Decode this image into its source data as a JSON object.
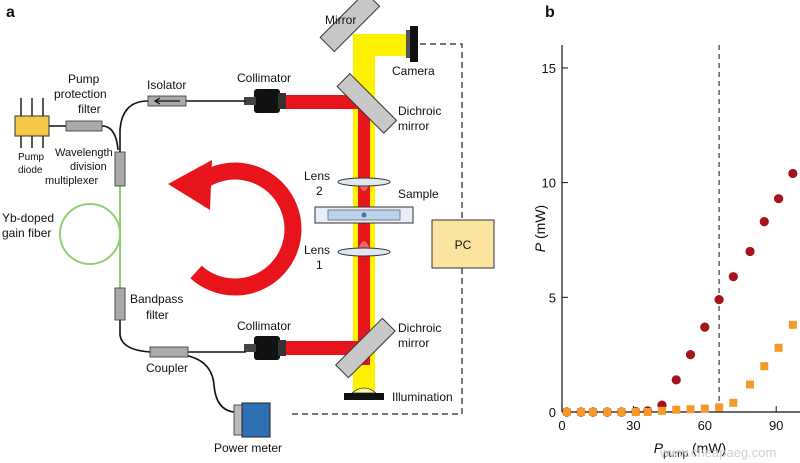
{
  "panel_a": {
    "letter": "a",
    "labels": {
      "mirror": "Mirror",
      "camera": "Camera",
      "pump_protection": [
        "Pump",
        "protection",
        "filter"
      ],
      "isolator": "Isolator",
      "collimator_top": "Collimator",
      "dichroic_top": [
        "Dichroic",
        "mirror"
      ],
      "pump_diode": [
        "Pump",
        "diode"
      ],
      "wdm": [
        "Wavelength",
        "division",
        "multiplexer"
      ],
      "lens2": [
        "Lens",
        "2"
      ],
      "sample": "Sample",
      "yb_fiber": [
        "Yb-doped",
        "gain fiber"
      ],
      "pc": "PC",
      "lens1": [
        "Lens",
        "1"
      ],
      "bandpass": [
        "Bandpass",
        "filter"
      ],
      "collimator_bottom": "Collimator",
      "dichroic_bottom": [
        "Dichroic",
        "mirror"
      ],
      "coupler": "Coupler",
      "illumination": "Illumination",
      "power_meter": "Power meter"
    },
    "colors": {
      "laser_red": "#e8141b",
      "illumination_yellow": "#fff200",
      "gain_fiber_green": "#8fd16a",
      "arrow_red": "#e8141b",
      "pc_box_fill": "#fbe3a0",
      "pump_diode_fill": "#f5c84a",
      "power_meter_fill": "#2f6fb5"
    }
  },
  "panel_b": {
    "letter": "b",
    "watermark": "www.cheapaeg.com"
  },
  "chart_data": {
    "type": "scatter",
    "xlabel": "P",
    "xlabel_sub": "pump",
    "xlabel_unit": " (mW)",
    "ylabel": "P",
    "ylabel_unit": " (mW)",
    "xlim": [
      0,
      100
    ],
    "ylim": [
      0,
      16
    ],
    "xticks": [
      0,
      30,
      60,
      90
    ],
    "yticks": [
      0,
      5,
      10,
      15
    ],
    "threshold_x": 66,
    "series": [
      {
        "color": "#a5141a",
        "marker": "circle",
        "points": [
          [
            2,
            0
          ],
          [
            8,
            0
          ],
          [
            13,
            0
          ],
          [
            19,
            0
          ],
          [
            25,
            0
          ],
          [
            31,
            0.02
          ],
          [
            36,
            0.05
          ],
          [
            42,
            0.3
          ],
          [
            48,
            1.4
          ],
          [
            54,
            2.5
          ],
          [
            60,
            3.7
          ],
          [
            66,
            4.9
          ],
          [
            72,
            5.9
          ],
          [
            79,
            7.0
          ],
          [
            85,
            8.3
          ],
          [
            91,
            9.3
          ],
          [
            97,
            10.4
          ]
        ]
      },
      {
        "color": "#f39a2b",
        "marker": "square",
        "points": [
          [
            2,
            0
          ],
          [
            8,
            0
          ],
          [
            13,
            0
          ],
          [
            19,
            0
          ],
          [
            25,
            0
          ],
          [
            31,
            0
          ],
          [
            36,
            0
          ],
          [
            42,
            0.05
          ],
          [
            48,
            0.1
          ],
          [
            54,
            0.12
          ],
          [
            60,
            0.15
          ],
          [
            66,
            0.2
          ],
          [
            72,
            0.4
          ],
          [
            79,
            1.2
          ],
          [
            85,
            2.0
          ],
          [
            91,
            2.8
          ],
          [
            97,
            3.8
          ]
        ]
      }
    ]
  }
}
